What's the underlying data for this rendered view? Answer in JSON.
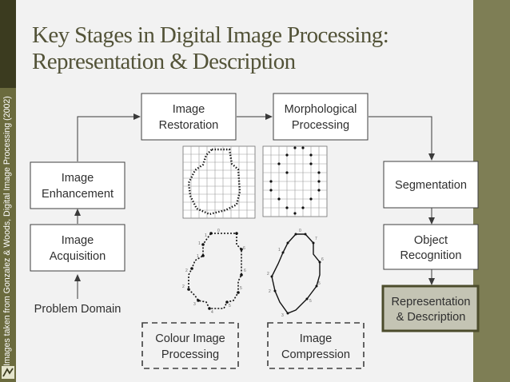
{
  "slide": {
    "title_line1": "Key Stages in Digital Image Processing:",
    "title_line2": "Representation & Description",
    "side_credit": "Images taken from Gonzalez & Woods, Digital Image Processing (2002)"
  },
  "colors": {
    "title": "#535338",
    "box_border": "#3f3f3f",
    "highlight_fill": "#c4c4b4",
    "highlight_border": "#4c4c2c",
    "accent_bar": "#7e7e55"
  },
  "diagram": {
    "nodes": {
      "problem_domain": "Problem Domain",
      "acquisition": [
        "Image",
        "Acquisition"
      ],
      "enhancement": [
        "Image",
        "Enhancement"
      ],
      "restoration": [
        "Image",
        "Restoration"
      ],
      "morphological": [
        "Morphological",
        "Processing"
      ],
      "segmentation": "Segmentation",
      "recognition": [
        "Object",
        "Recognition"
      ],
      "representation": [
        "Representation",
        "& Description"
      ],
      "colour": [
        "Colour Image",
        "Processing"
      ],
      "compression": [
        "Image",
        "Compression"
      ]
    },
    "active_node": "representation"
  }
}
